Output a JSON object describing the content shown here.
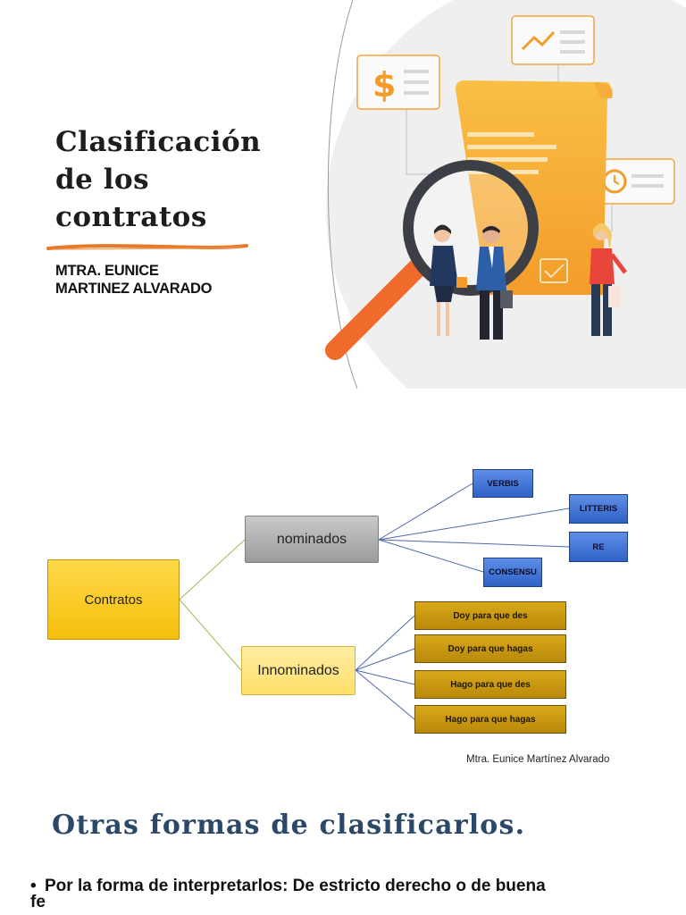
{
  "slide1": {
    "title_lines": [
      "Clasificación",
      "de los",
      "contratos"
    ],
    "author_lines": [
      "MTRA. EUNICE",
      "MARTINEZ ALVARADO"
    ],
    "dollar_symbol": "$",
    "colors": {
      "accent": "#e8782a",
      "paper": "#f7b23b",
      "magnifier": "#f06a2a"
    }
  },
  "slide2": {
    "root": "Contratos",
    "nominados": "nominados",
    "innominados": "Innominados",
    "nominados_children": [
      "VERBIS",
      "LITTERIS",
      "RE",
      "CONSENSU"
    ],
    "innominados_children": [
      "Doy para que des",
      "Doy para que hagas",
      "Hago para que des",
      "Hago para que hagas"
    ],
    "credit": "Mtra. Eunice Martínez Alvarado"
  },
  "slide3": {
    "title": "Otras formas de clasificarlos.",
    "bullet_marker": "•",
    "bullet_lines": [
      "Por la forma de interpretarlos: De estricto derecho o de buena",
      "fe"
    ]
  }
}
